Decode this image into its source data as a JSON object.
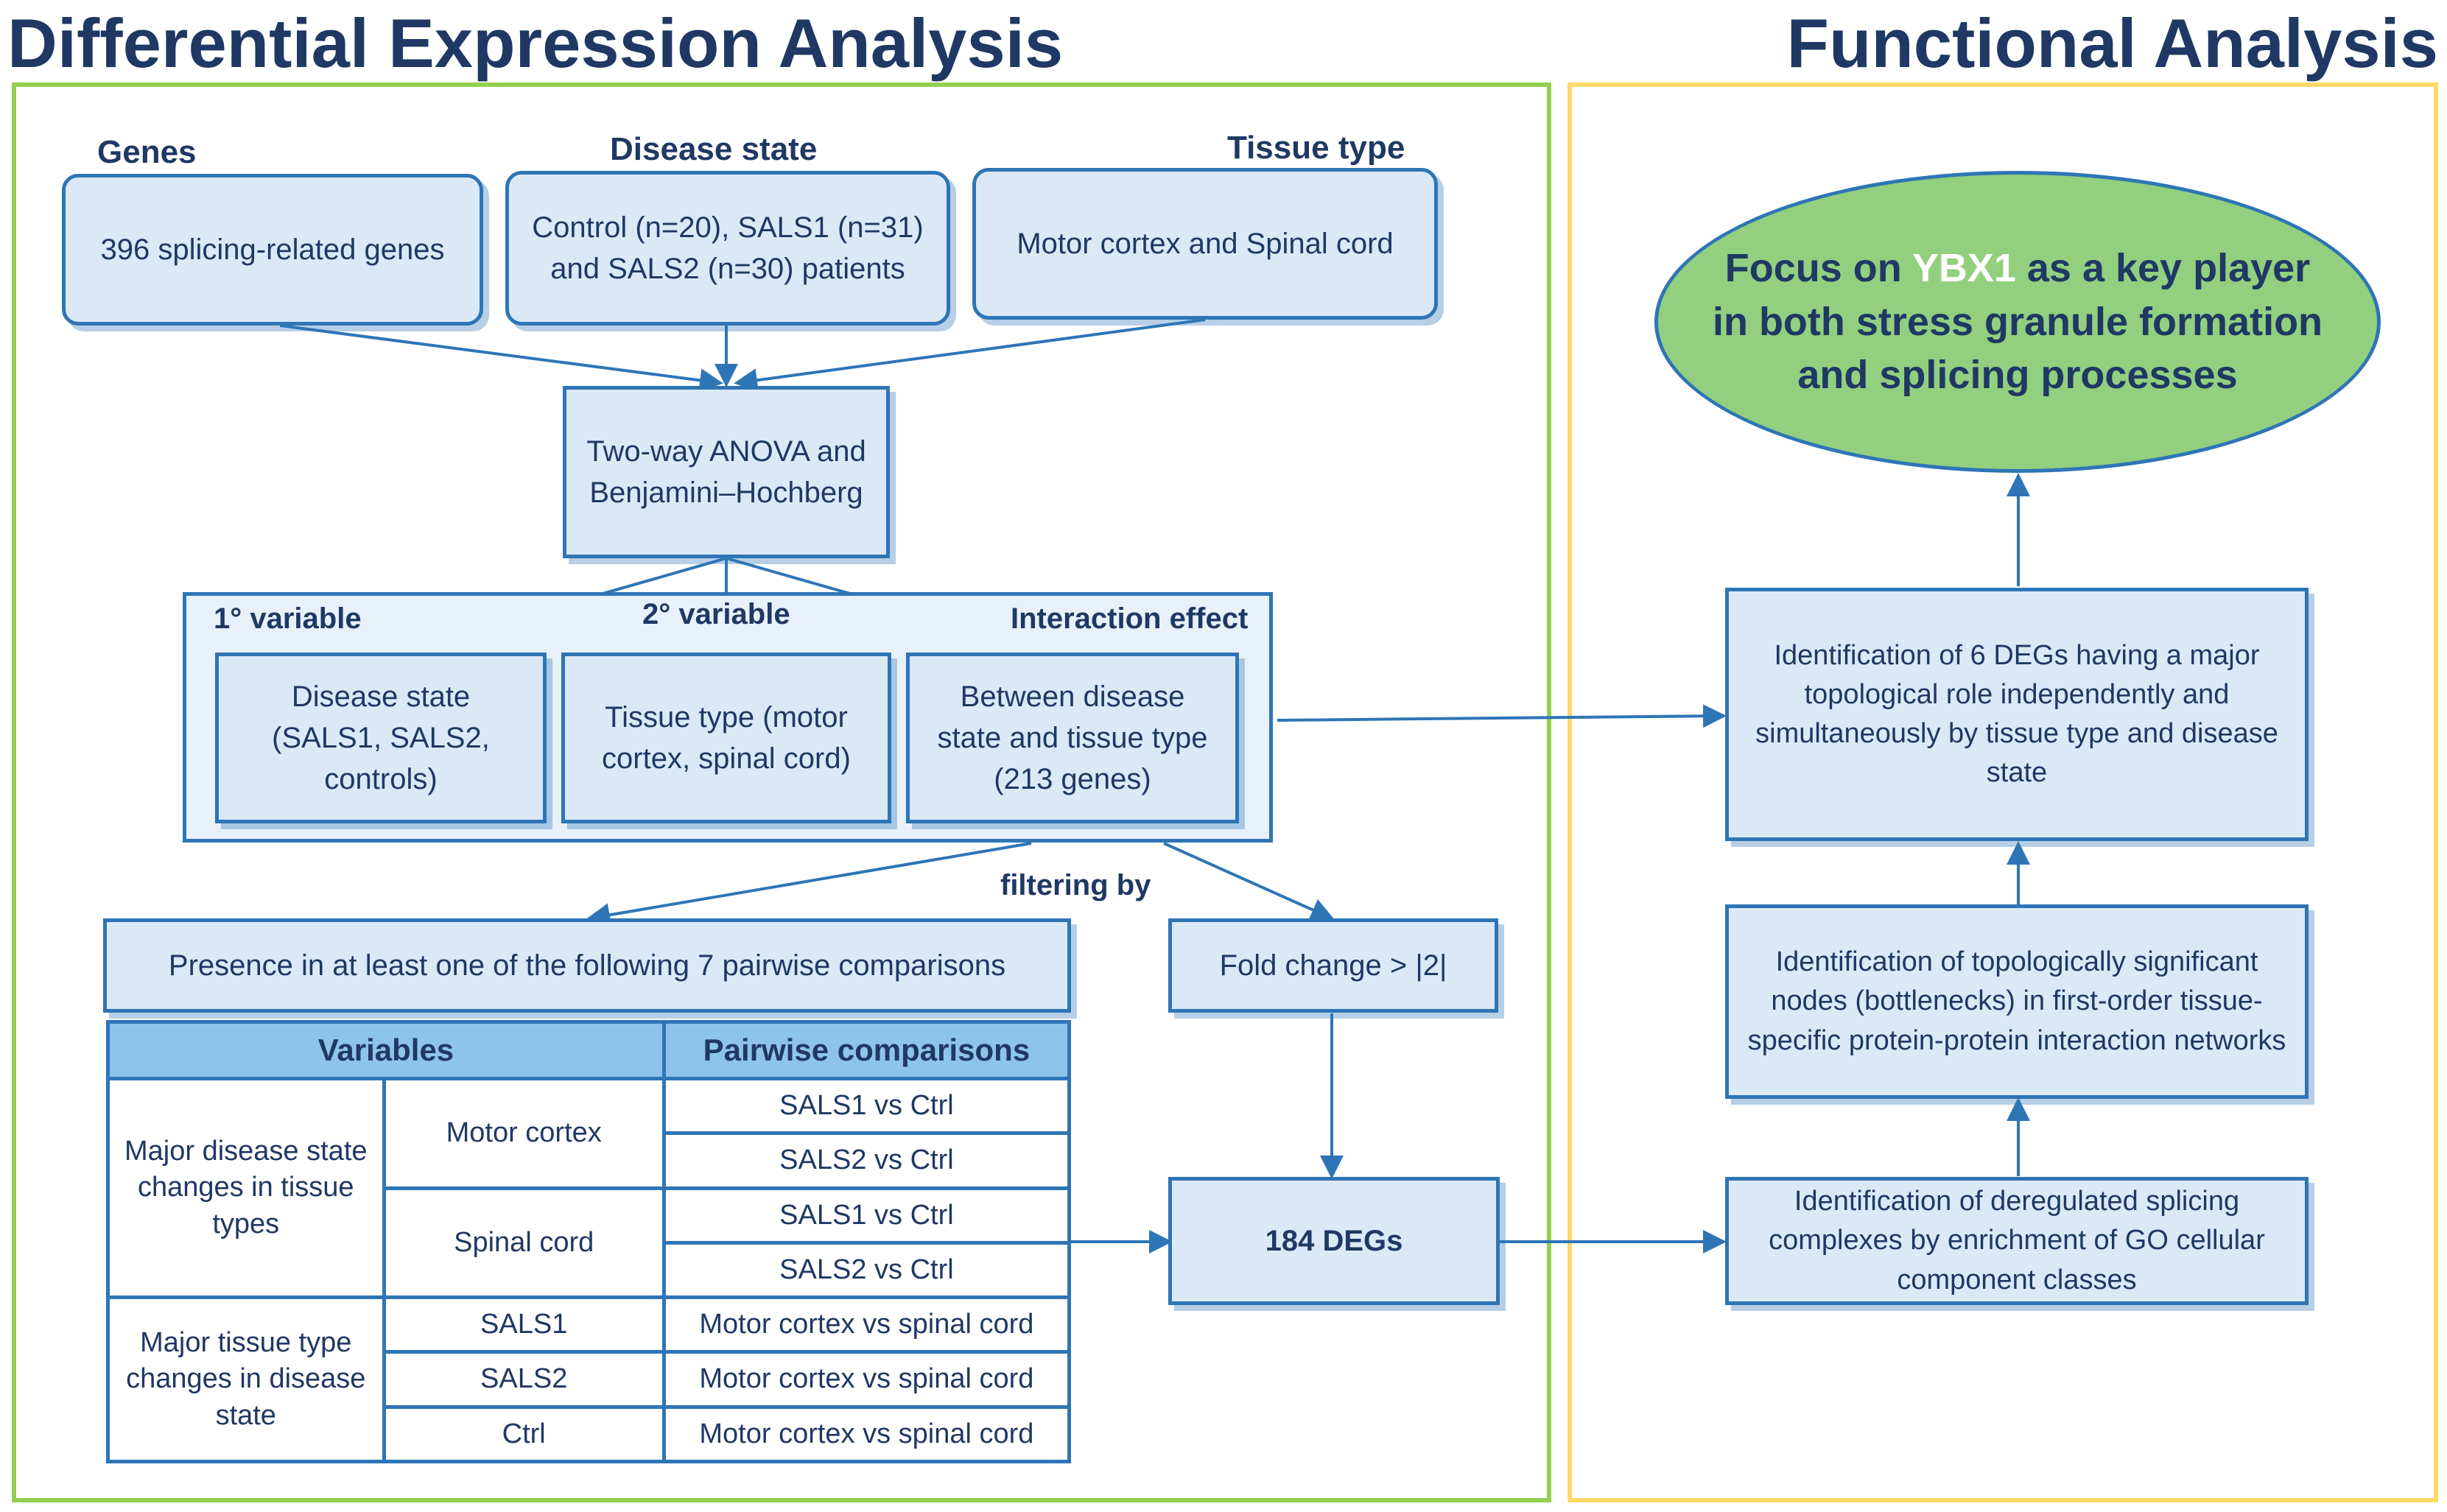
{
  "titles": {
    "left": "Differential Expression Analysis",
    "right": "Functional Analysis"
  },
  "inputs": {
    "genes_label": "Genes",
    "genes_text": "396 splicing-related genes",
    "disease_label": "Disease state",
    "disease_text": "Control (n=20), SALS1 (n=31) and SALS2 (n=30) patients",
    "tissue_label": "Tissue type",
    "tissue_text": "Motor  cortex and Spinal cord"
  },
  "anova": "Two-way ANOVA and Benjamini–Hochberg",
  "variables": {
    "first_label": "1°  variable",
    "second_label": "2° variable",
    "interaction_label": "Interaction effect",
    "first_text": "Disease state (SALS1, SALS2, controls)",
    "second_text": "Tissue type (motor cortex, spinal cord)",
    "interaction_text": "Between disease state and tissue type (213 genes)"
  },
  "filtering": {
    "label": "filtering by",
    "presence": "Presence in at least one of the following 7 pairwise comparisons",
    "fold_change": "Fold change > |2|"
  },
  "table": {
    "headers": [
      "Variables",
      "Pairwise comparisons"
    ],
    "group1": "Major disease state changes in tissue types",
    "group2": "Major tissue type changes in disease state",
    "sub_motor": "Motor cortex",
    "sub_spinal": "Spinal cord",
    "sub_sals1": "SALS1",
    "sub_sals2": "SALS2",
    "sub_ctrl": "Ctrl",
    "comparisons": [
      "SALS1 vs Ctrl",
      "SALS2 vs Ctrl",
      "SALS1 vs Ctrl",
      "SALS2 vs Ctrl",
      "Motor cortex vs spinal cord",
      "Motor cortex vs spinal cord",
      "Motor cortex vs spinal cord"
    ]
  },
  "degs": "184 DEGs",
  "functional": {
    "complexes": "Identification of deregulated splicing complexes by enrichment of GO cellular component  classes",
    "bottlenecks": "Identification of topologically significant nodes (bottlenecks) in first-order tissue-specific protein-protein interaction networks",
    "six_degs": "Identification of 6 DEGs having a major topological role independently and simultaneously by tissue type and disease state",
    "focus_pre": "Focus on ",
    "focus_gene": "YBX1",
    "focus_post": " as a key player in both stress granule formation and splicing processes"
  },
  "colors": {
    "navy_text": "#1f3864",
    "box_fill": "#dbe9f7",
    "box_border": "#2e75b6",
    "left_panel_border": "#92d050",
    "right_panel_border": "#ffd966",
    "ellipse_fill": "#92cf7e",
    "table_header": "#8ec4ea"
  }
}
